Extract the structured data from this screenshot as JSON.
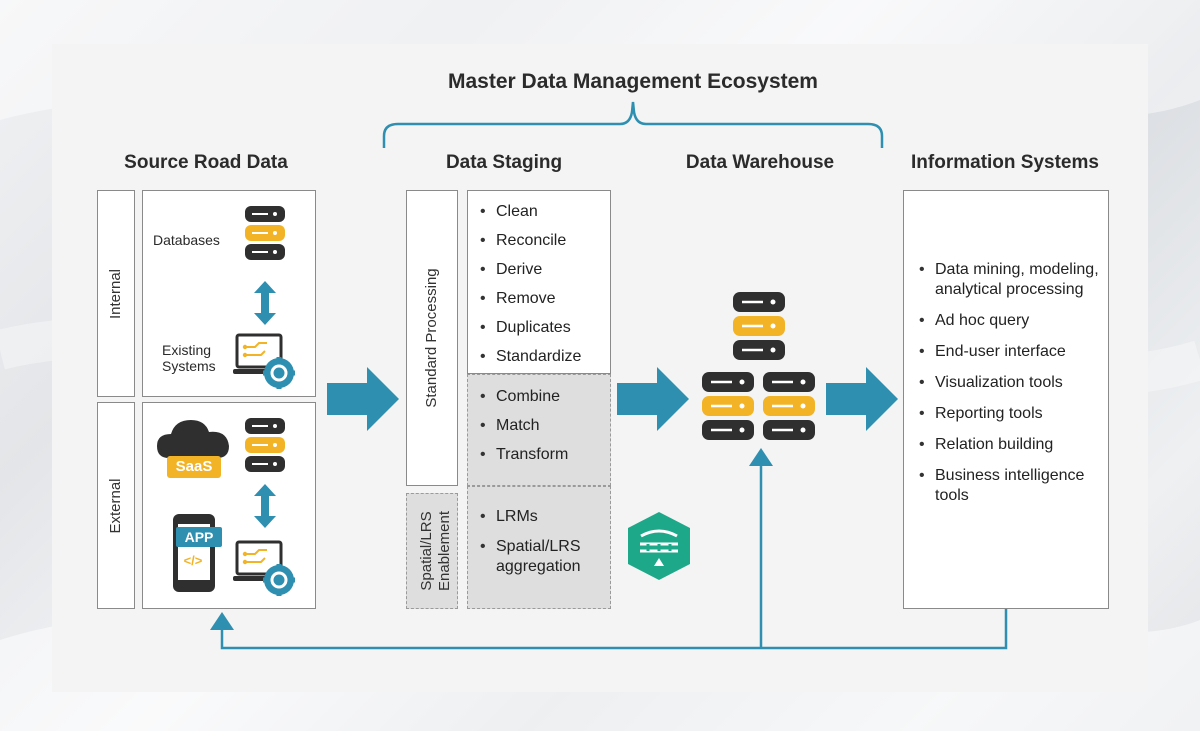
{
  "title": "Master Data Management Ecosystem",
  "columns": {
    "source": "Source Road Data",
    "staging": "Data Staging",
    "warehouse": "Data Warehouse",
    "info": "Information Systems"
  },
  "source": {
    "internal_label": "Internal",
    "external_label": "External",
    "databases": "Databases",
    "existing_systems_line1": "Existing",
    "existing_systems_line2": "Systems",
    "saas": "SaaS",
    "app": "APP",
    "code": "</>"
  },
  "staging": {
    "standard_processing": "Standard Processing",
    "spatial_line1": "Spatial/LRS",
    "spatial_line2": "Enablement",
    "group1": [
      "Clean",
      "Reconcile",
      "Derive",
      "Remove",
      "Duplicates",
      "Standardize"
    ],
    "group2": [
      "Combine",
      "Match",
      "Transform"
    ],
    "group3": [
      "LRMs",
      "Spatial/LRS aggregation"
    ]
  },
  "info_items": [
    "Data mining, modeling, analytical processing",
    "Ad hoc query",
    "End-user interface",
    "Visualization tools",
    "Reporting tools",
    "Relation building",
    "Business intelligence tools"
  ],
  "colors": {
    "accent_blue": "#2e8fb0",
    "db_yellow": "#f2b426",
    "db_dark": "#2f2f2f",
    "logo_green": "#1ea88a"
  }
}
